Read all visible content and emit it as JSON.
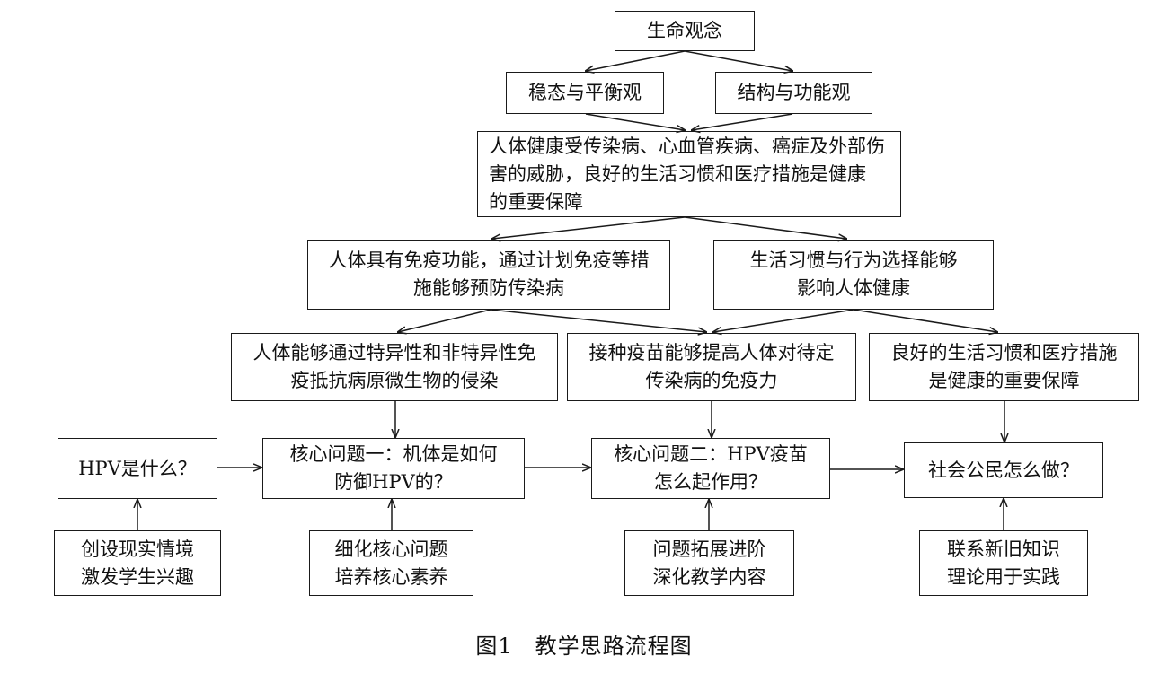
{
  "diagram": {
    "nodes": {
      "life_view": {
        "lines": [
          "生命观念"
        ]
      },
      "steady_state": {
        "lines": [
          "稳态与平衡观"
        ]
      },
      "structure_function": {
        "lines": [
          "结构与功能观"
        ]
      },
      "health_threats": {
        "lines": [
          "人体健康受传染病、心血管疾病、癌症及外部伤",
          "害的威胁，良好的生活习惯和医疗措施是健康",
          "的重要保障"
        ]
      },
      "immune_function": {
        "lines": [
          "人体具有免疫功能，通过计划免疫等措",
          "施能够预防传染病"
        ]
      },
      "lifestyle_choice": {
        "lines": [
          "生活习惯与行为选择能够",
          "影响人体健康"
        ]
      },
      "specific_immunity": {
        "lines": [
          "人体能够通过特异性和非特异性免",
          "疫抵抗病原微生物的侵染"
        ]
      },
      "vaccination": {
        "lines": [
          "接种疫苗能够提高人体对待定",
          "传染病的免疫力"
        ]
      },
      "good_habits": {
        "lines": [
          "良好的生活习惯和医疗措施",
          "是健康的重要保障"
        ]
      },
      "what_is_hpv": {
        "lines": [
          "HPV是什么？"
        ]
      },
      "core_q1": {
        "lines": [
          "核心问题一：机体是如何",
          "防御HPV的？"
        ]
      },
      "core_q2": {
        "lines": [
          "核心问题二：HPV疫苗",
          "怎么起作用？"
        ]
      },
      "citizens": {
        "lines": [
          "社会公民怎么做？"
        ]
      },
      "create_context": {
        "lines": [
          "创设现实情境",
          "激发学生兴趣"
        ]
      },
      "refine_questions": {
        "lines": [
          "细化核心问题",
          "培养核心素养"
        ]
      },
      "extend_questions": {
        "lines": [
          "问题拓展进阶",
          "深化教学内容"
        ]
      },
      "link_knowledge": {
        "lines": [
          "联系新旧知识",
          "理论用于实践"
        ]
      }
    },
    "caption": "图1　教学思路流程图"
  },
  "colors": {
    "stroke": "#1a1a1a",
    "background": "#ffffff",
    "text": "#111111"
  }
}
